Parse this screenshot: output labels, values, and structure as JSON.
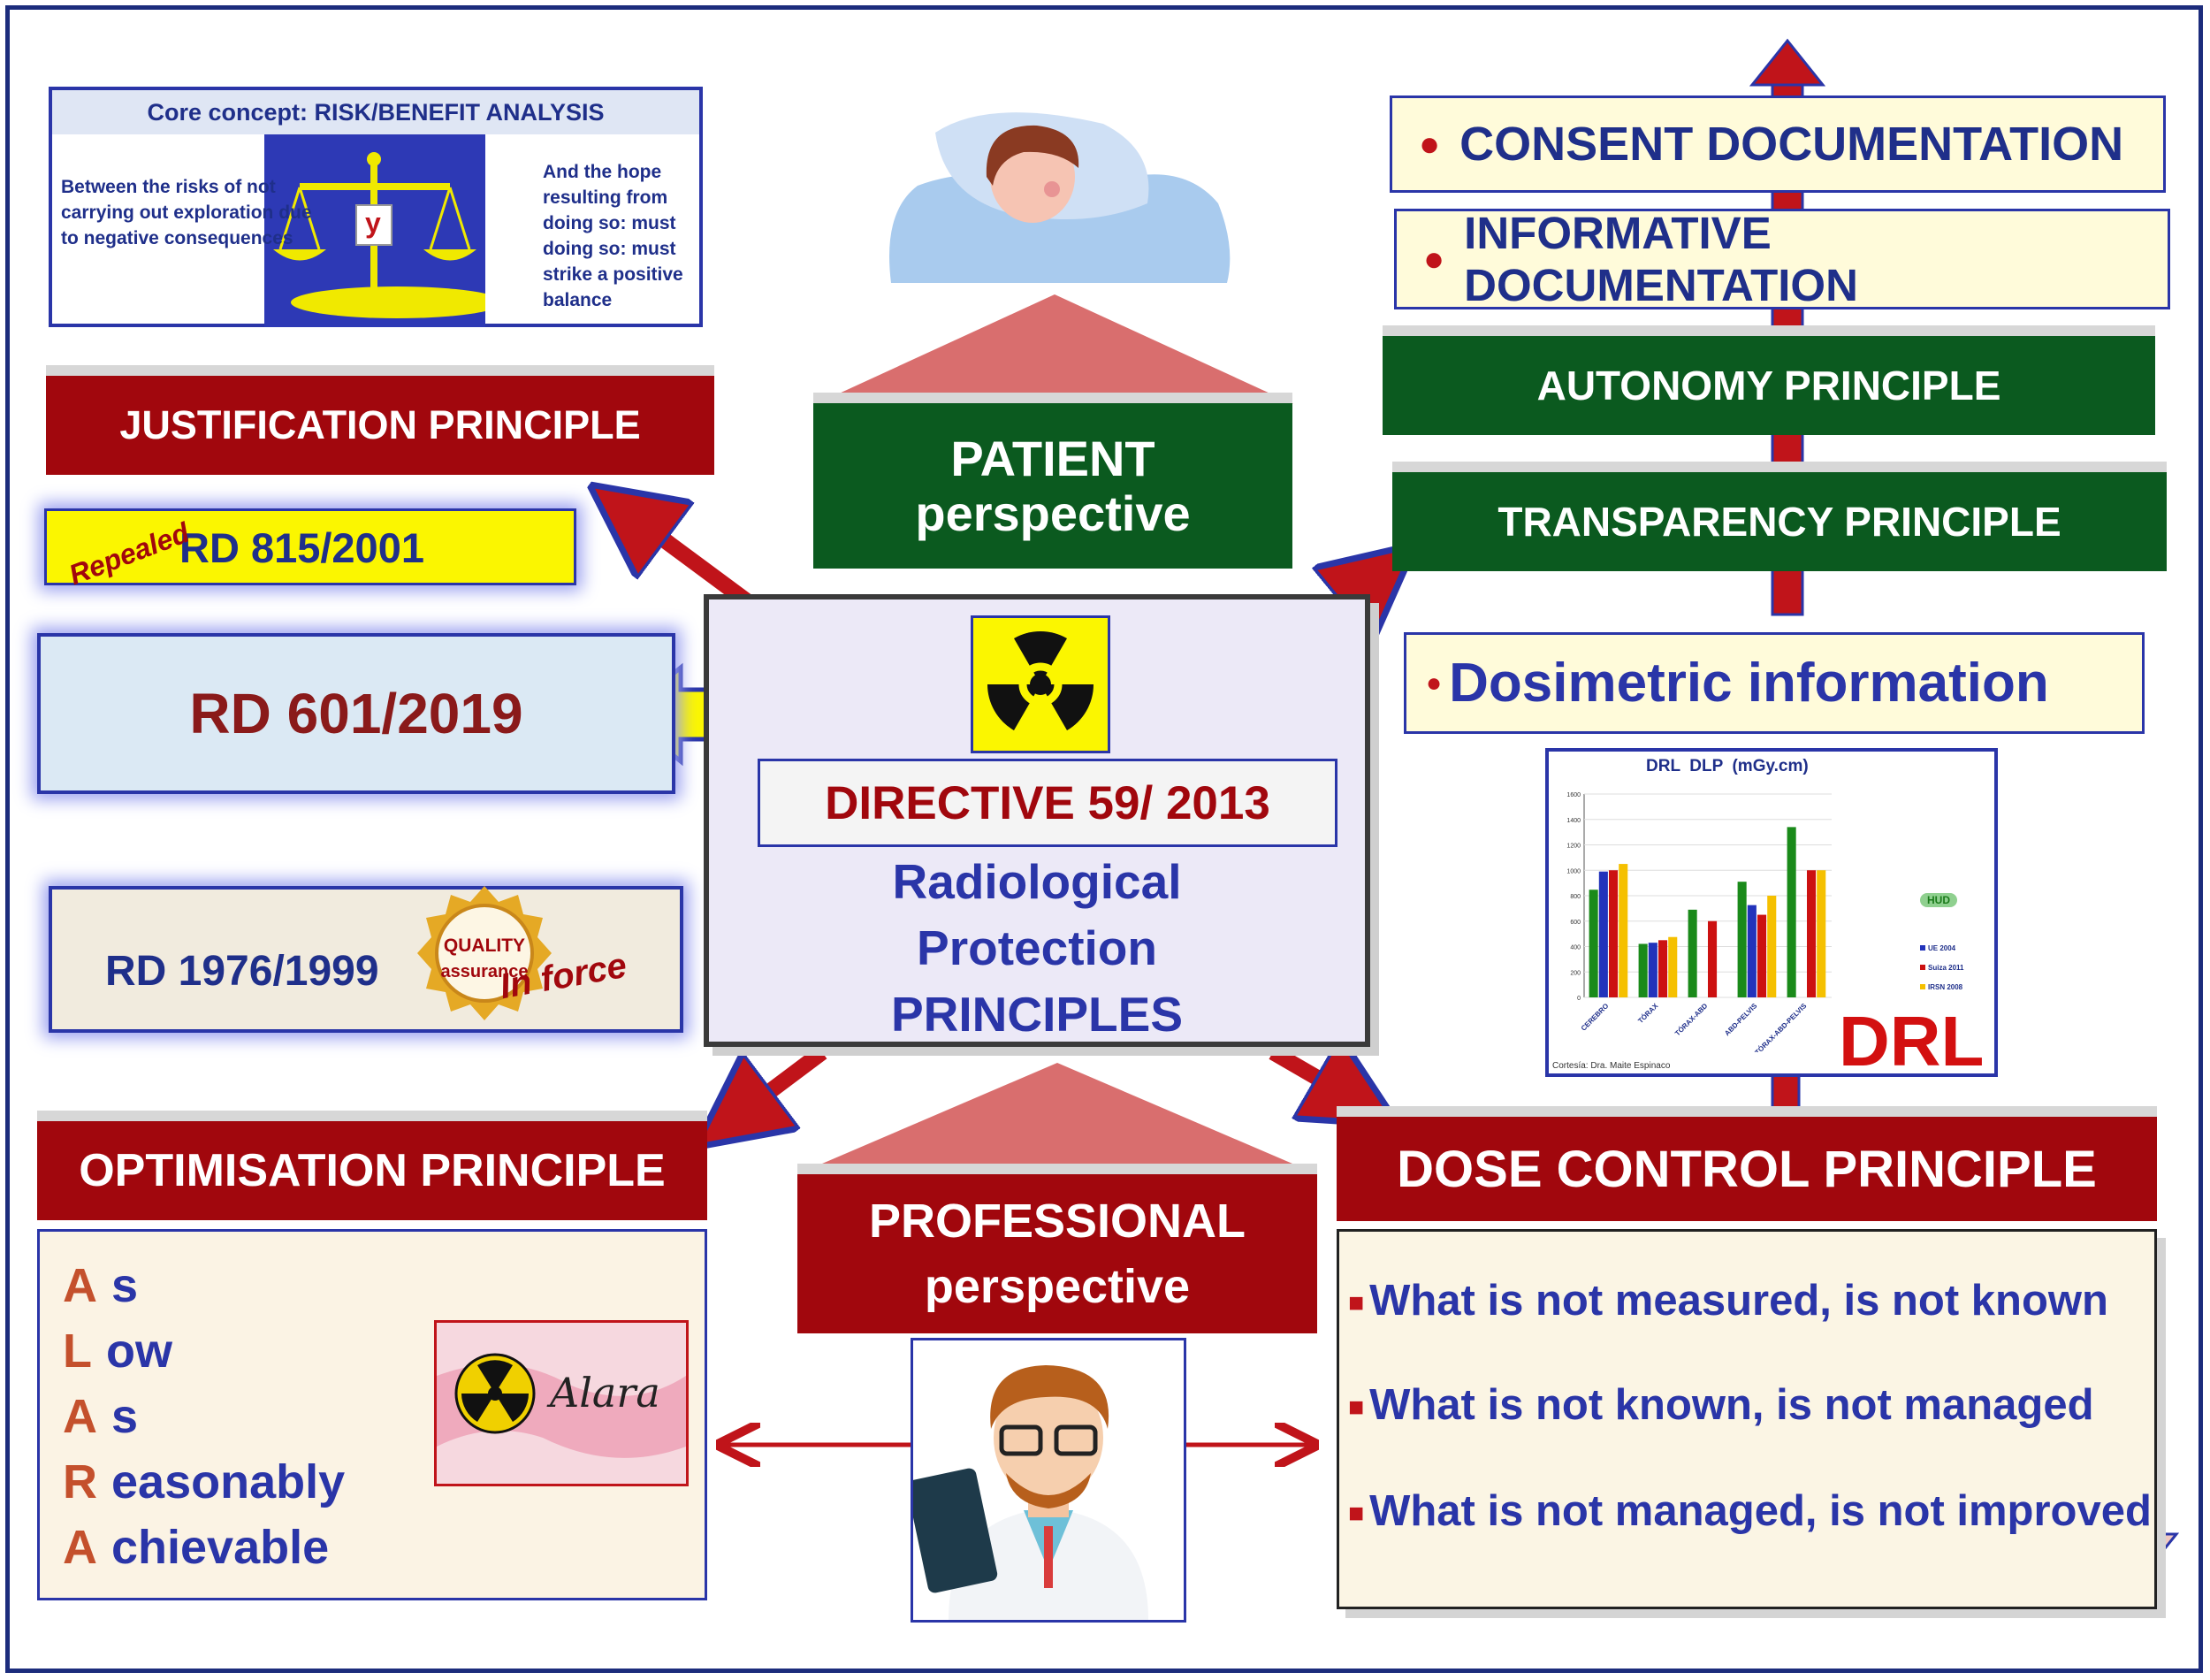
{
  "risk_benefit": {
    "title": "Core concept: RISK/BENEFIT ANALYSIS",
    "left_text": "Between the risks of not carrying out exploration due to negative consequences",
    "scale_label": "y",
    "right_text": "And the hope resulting from doing so: must doing so: must strike a positive balance"
  },
  "justification": {
    "title": "JUSTIFICATION PRINCIPLE",
    "rd815": "RD 815/2001",
    "repealed": "Repealed",
    "rd601": "RD 601/2019",
    "rd1976": "RD 1976/1999",
    "seal_line1": "QUALITY",
    "seal_line2": "assurance",
    "in_force": "In force"
  },
  "center": {
    "directive": "DIRECTIVE 59/ 2013",
    "line1": "Radiological",
    "line2": "Protection",
    "line3": "PRINCIPLES"
  },
  "patient": {
    "line1": "PATIENT",
    "line2": "perspective"
  },
  "professional": {
    "line1": "PROFESSIONAL",
    "line2": "perspective"
  },
  "right": {
    "consent": "CONSENT DOCUMENTATION",
    "informative": "INFORMATIVE DOCUMENTATION",
    "autonomy": "AUTONOMY PRINCIPLE",
    "transparency": "TRANSPARENCY PRINCIPLE",
    "dosimetric": "Dosimetric information"
  },
  "drl_chart": {
    "title": "DRL  DLP  (mGy.cm)",
    "big_label": "DRL",
    "credit": "Cortesía: Dra. Maite Espinaco",
    "legend_hud": "HUD"
  },
  "chart_data": {
    "type": "bar",
    "title": "DRL  DLP  (mGy.cm)",
    "categories": [
      "CEREBRO",
      "TÓRAX",
      "TÓRAX-ABD",
      "ABD-PELVIS",
      "TÓRAX-ABD-PELVIS"
    ],
    "series": [
      {
        "name": "HUD",
        "values": [
          847,
          421,
          690,
          910,
          1340
        ],
        "color": "#1a8a1a"
      },
      {
        "name": "UE 2004",
        "values": [
          990,
          430,
          null,
          726,
          null
        ],
        "color": "#2233bb"
      },
      {
        "name": "Suiza 2011",
        "values": [
          1000,
          450,
          600,
          650,
          1000
        ],
        "color": "#cc1111"
      },
      {
        "name": "IRSN 2008",
        "values": [
          1050,
          475,
          null,
          800,
          1000
        ],
        "color": "#f5c000"
      }
    ],
    "ylim": [
      0,
      1600
    ],
    "yticks": [
      "0",
      "200",
      "400",
      "600",
      "800",
      "1000",
      "1200",
      "1400",
      "1600"
    ]
  },
  "dose_control": {
    "title": "DOSE CONTROL PRINCIPLE",
    "items": [
      "What is not measured, is not known",
      "What is not known, is not managed",
      "What is not managed, is not improved"
    ]
  },
  "optimisation": {
    "title": "OPTIMISATION PRINCIPLE",
    "alara": [
      {
        "letter": "A",
        "rest": "s"
      },
      {
        "letter": "L",
        "rest": "ow"
      },
      {
        "letter": "A",
        "rest": "s"
      },
      {
        "letter": "R",
        "rest": "easonably"
      },
      {
        "letter": "A",
        "rest": "chievable"
      }
    ],
    "alara_logo": "Alara"
  }
}
